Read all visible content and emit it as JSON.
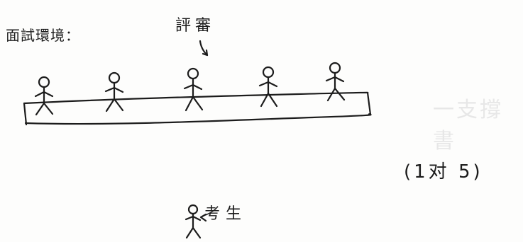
{
  "title": "面試環境：",
  "reviewers_label": "評審",
  "ratio_label": "(1对 5)",
  "candidate_label": "考生",
  "faint_background_text": "一支撐書",
  "colors": {
    "paper": "#fdfdfc",
    "ink": "#1c1c1c",
    "bleed": "#e7e7e7"
  }
}
